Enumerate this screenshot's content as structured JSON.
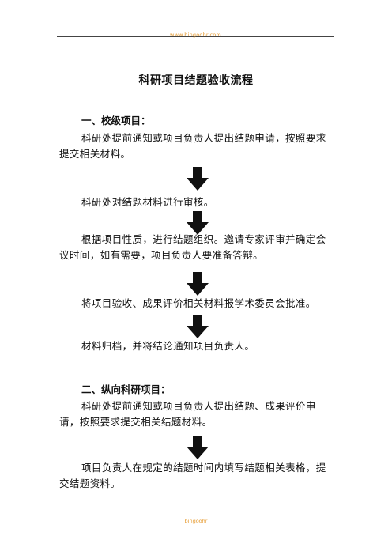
{
  "header": {
    "link": "www.bingoohr.com"
  },
  "title": "科研项目结题验收流程",
  "section1": {
    "heading": "一、校级项目：",
    "steps": [
      {
        "line1": "科研处提前通知或项目负责人提出结题申请，按照要求",
        "line2": "提交相关材料。"
      },
      {
        "line1": "科研处对结题材料进行审核。",
        "line2": ""
      },
      {
        "line1": "根据项目性质，进行结题组织。邀请专家评审并确定会",
        "line2": "议时间，如有需要，项目负责人要准备答辩。"
      },
      {
        "line1": "将项目验收、成果评价相关材料报学术委员会批准。",
        "line2": ""
      },
      {
        "line1": "材料归档，并将结论通知项目负责人。",
        "line2": ""
      }
    ]
  },
  "section2": {
    "heading": "二、纵向科研项目：",
    "steps": [
      {
        "line1": "科研处提前通知或项目负责人提出结题、成果评价申",
        "line2": "请，按照要求提交相关结题材料。"
      },
      {
        "line1": "项目负责人在规定的结题时间内填写结题相关表格，提",
        "line2": "交结题资料。"
      }
    ]
  },
  "footer": {
    "link": "bingoohr"
  },
  "colors": {
    "link": "#e69a2e",
    "arrow": "#111111",
    "rule": "#444444"
  }
}
